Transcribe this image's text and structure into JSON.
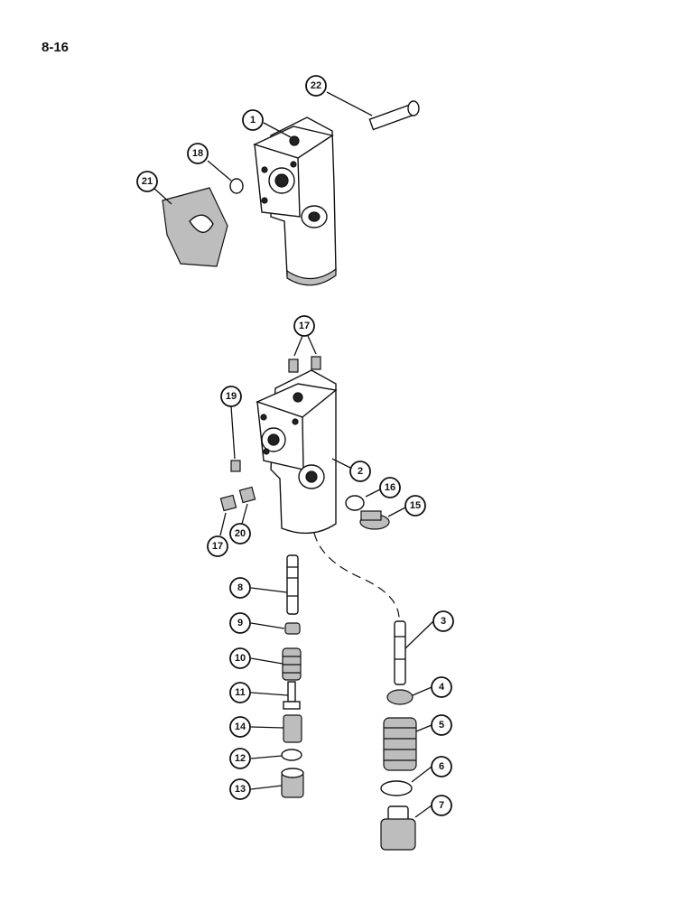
{
  "page_number": "8-16",
  "callouts": [
    {
      "id": "c1",
      "label": "1"
    },
    {
      "id": "c2",
      "label": "2"
    },
    {
      "id": "c3",
      "label": "3"
    },
    {
      "id": "c4",
      "label": "4"
    },
    {
      "id": "c5",
      "label": "5"
    },
    {
      "id": "c6",
      "label": "6"
    },
    {
      "id": "c7",
      "label": "7"
    },
    {
      "id": "c8",
      "label": "8"
    },
    {
      "id": "c9",
      "label": "9"
    },
    {
      "id": "c10",
      "label": "10"
    },
    {
      "id": "c11",
      "label": "11"
    },
    {
      "id": "c12",
      "label": "12"
    },
    {
      "id": "c13",
      "label": "13"
    },
    {
      "id": "c14",
      "label": "14"
    },
    {
      "id": "c15",
      "label": "15"
    },
    {
      "id": "c16",
      "label": "16"
    },
    {
      "id": "c17a",
      "label": "17"
    },
    {
      "id": "c17b",
      "label": "17"
    },
    {
      "id": "c18",
      "label": "18"
    },
    {
      "id": "c19",
      "label": "19"
    },
    {
      "id": "c20",
      "label": "20"
    },
    {
      "id": "c21",
      "label": "21"
    },
    {
      "id": "c22",
      "label": "22"
    }
  ]
}
